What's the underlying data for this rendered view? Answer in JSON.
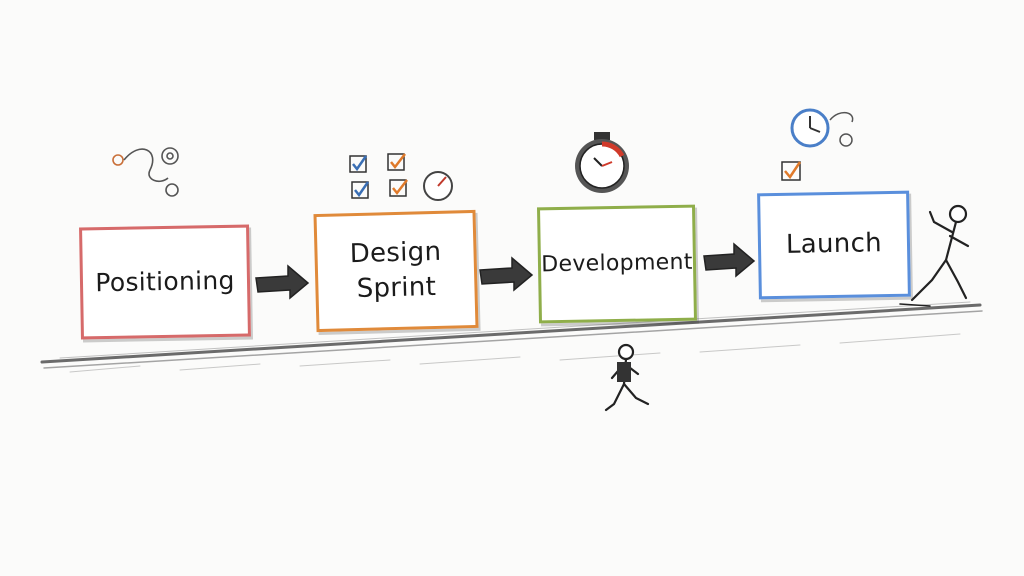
{
  "stages": [
    {
      "label": "Positioning",
      "color": "#d66a6a"
    },
    {
      "label": "Design\nSprint",
      "color": "#e08a3a"
    },
    {
      "label": "Development",
      "color": "#8fae4a"
    },
    {
      "label": "Launch",
      "color": "#5a8fdc"
    }
  ],
  "icons": {
    "positioning": "compass-doodle-icon",
    "design": "checklist-icon",
    "development": "stopwatch-icon",
    "launch": "clock-checkbox-icon"
  }
}
